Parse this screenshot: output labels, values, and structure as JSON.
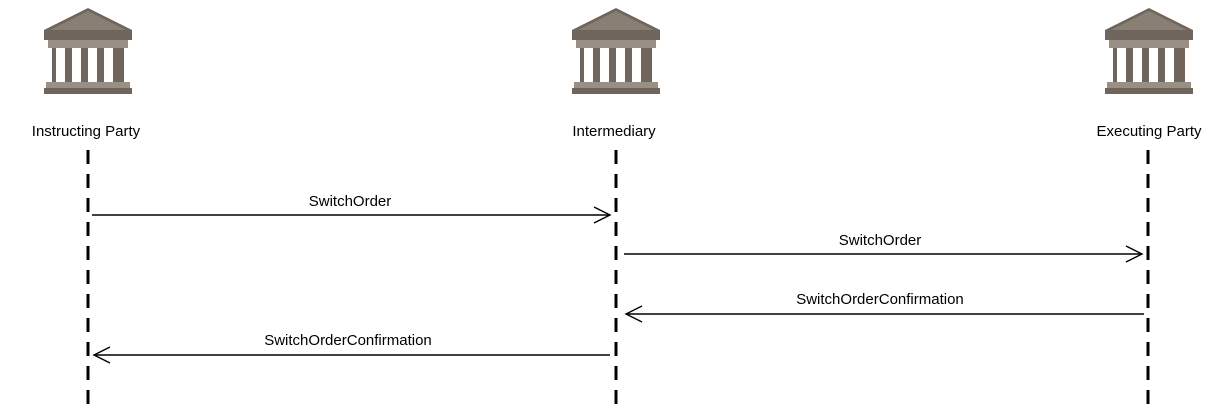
{
  "participants": [
    {
      "id": "instructing-party",
      "label": "Instructing Party",
      "icon": "bank-building-icon"
    },
    {
      "id": "intermediary",
      "label": "Intermediary",
      "icon": "bank-building-icon"
    },
    {
      "id": "executing-party",
      "label": "Executing Party",
      "icon": "bank-building-icon"
    }
  ],
  "messages": [
    {
      "label": "SwitchOrder",
      "from": "instructing-party",
      "to": "intermediary"
    },
    {
      "label": "SwitchOrder",
      "from": "intermediary",
      "to": "executing-party"
    },
    {
      "label": "SwitchOrderConfirmation",
      "from": "executing-party",
      "to": "intermediary"
    },
    {
      "label": "SwitchOrderConfirmation",
      "from": "intermediary",
      "to": "instructing-party"
    }
  ],
  "colors": {
    "icon_dark": "#6f655c",
    "icon_mid": "#9a8f85",
    "icon_light": "#ffffff",
    "line": "#000000"
  }
}
